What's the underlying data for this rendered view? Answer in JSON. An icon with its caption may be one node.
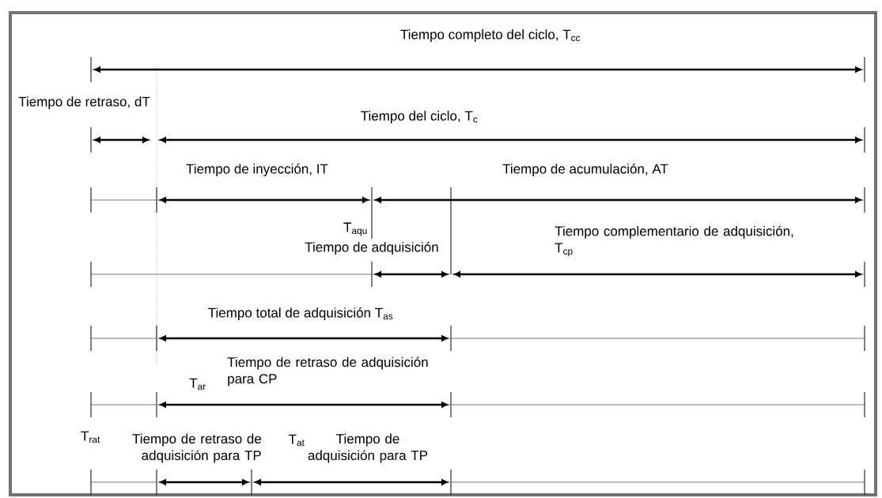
{
  "diagram": {
    "labels": [
      "Tiempo completo del ciclo, T$_{cc}$",
      "Tiempo de retraso, dT",
      "Tiempo del ciclo, T$_{c}$",
      "Tiempo de inyección, IT",
      "Tiempo de acumulación, AT",
      "T$_{aqu}$",
      "Tiempo de adquisición",
      "Tiempo complementario de adquisición, T$_{cp}$",
      "Tiempo total de adquisición T$_{as}$",
      "Tiempo de retraso de adquisición para CP",
      "T$_{ar}$",
      "T$_{rat}$",
      "Tiempo de retraso de adquisición para TP",
      "T$_{at}$",
      "Tiempo de adquisición para TP"
    ]
  }
}
